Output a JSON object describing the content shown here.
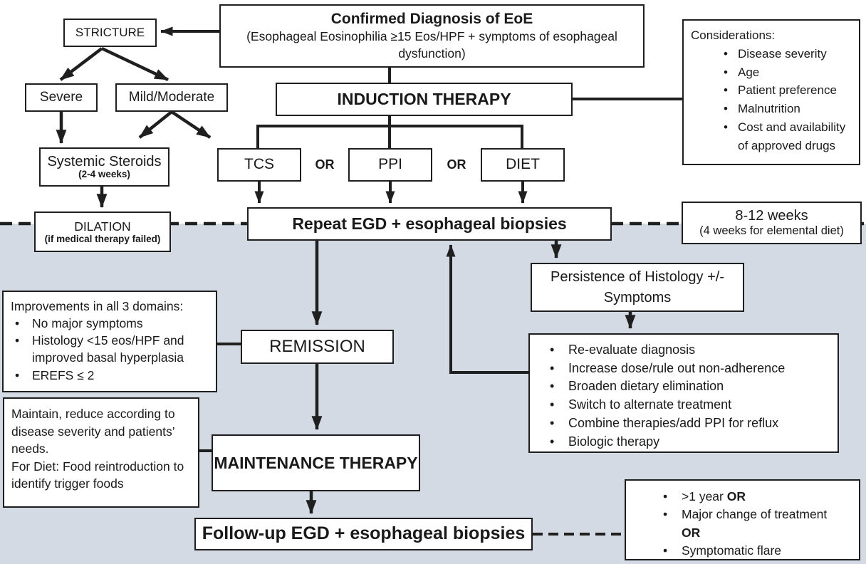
{
  "colors": {
    "lower_band": "#d4dae4",
    "line": "#1f1f1f",
    "box_background": "#ffffff"
  },
  "boxes": {
    "confirmed": {
      "title": "Confirmed Diagnosis of EoE",
      "subtitle": "(Esophageal Eosinophilia ≥15 Eos/HPF + symptoms of esophageal dysfunction)"
    },
    "stricture": {
      "label": "STRICTURE"
    },
    "severe": {
      "label": "Severe"
    },
    "mild_moderate": {
      "label": "Mild/Moderate"
    },
    "systemic_steroids": {
      "label": "Systemic Steroids",
      "sublabel": "(2-4 weeks)"
    },
    "dilation": {
      "label": "DILATION",
      "sublabel": "(if medical therapy failed)"
    },
    "induction": {
      "label": "INDUCTION THERAPY"
    },
    "tcs": {
      "label": "TCS"
    },
    "or_1": "OR",
    "ppi": {
      "label": "PPI"
    },
    "or_2": "OR",
    "diet": {
      "label": "DIET"
    },
    "considerations": {
      "title": "Considerations:",
      "items": [
        "Disease severity",
        "Age",
        "Patient preference",
        "Malnutrition",
        "Cost and availability of approved drugs"
      ]
    },
    "repeat_egd": {
      "label": "Repeat EGD + esophageal biopsies"
    },
    "timing": {
      "label": "8-12 weeks",
      "sublabel": "(4 weeks for elemental diet)"
    },
    "persistence": {
      "label": "Persistence of Histology +/- Symptoms"
    },
    "actions": {
      "items": [
        "Re-evaluate diagnosis",
        "Increase dose/rule out non-adherence",
        "Broaden dietary elimination",
        "Switch to alternate treatment",
        "Combine therapies/add PPI for reflux",
        "Biologic therapy"
      ]
    },
    "remission": {
      "label": "REMISSION"
    },
    "improvements": {
      "title": "Improvements in all 3 domains:",
      "items": [
        "No major symptoms",
        "Histology <15 eos/HPF and improved basal hyperplasia",
        "EREFS ≤ 2"
      ]
    },
    "maintain_note": {
      "lines": [
        "Maintain, reduce according to disease severity and patients’ needs.",
        "For Diet: Food reintroduction to identify trigger foods"
      ]
    },
    "maintenance": {
      "label": "MAINTENANCE THERAPY"
    },
    "followup": {
      "label": "Follow-up EGD + esophageal biopsies"
    },
    "followup_criteria": {
      "items": [
        {
          "text": ">1 year ",
          "bold": "OR"
        },
        {
          "text": "Major change of treatment ",
          "bold": "OR"
        },
        {
          "text": "Symptomatic flare",
          "bold": ""
        }
      ]
    }
  }
}
